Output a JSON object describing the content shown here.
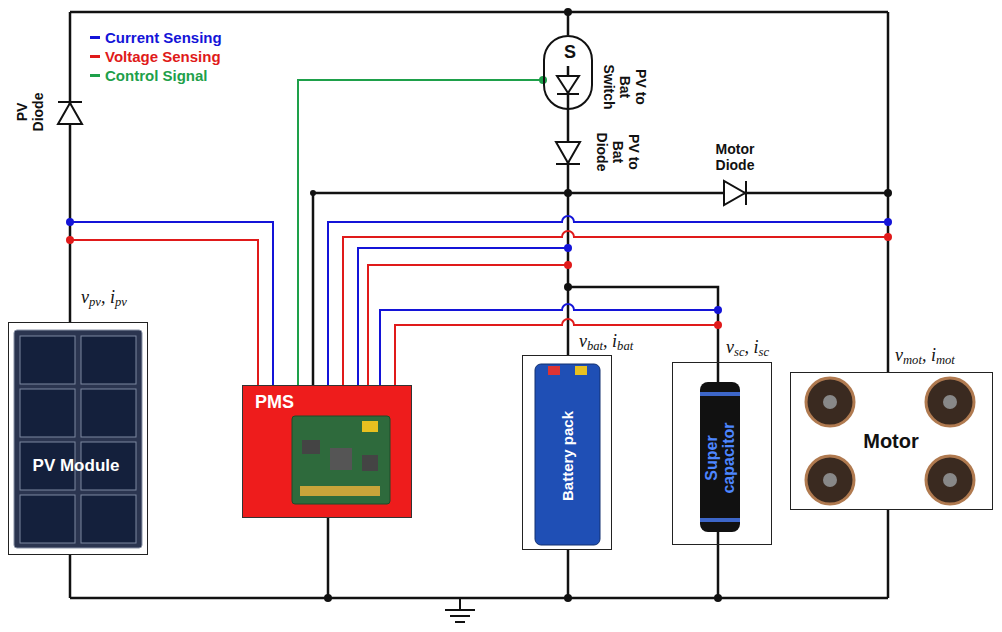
{
  "diagram": {
    "nodes": [
      {
        "text": [
          "S",
          "PV to Bat Switch"
        ]
      },
      {
        "text": [
          "vpv, ipv",
          "PV Module"
        ]
      },
      {
        "text": [
          "PMS"
        ]
      },
      {
        "text": [
          "vbat, ibat",
          "Battery pack"
        ]
      },
      {
        "text": [
          "vsc, isc",
          "Super capacitor"
        ]
      },
      {
        "text": [
          "vmot, imot",
          "Motor"
        ]
      }
    ],
    "edges": [
      {
        "from": 2,
        "to": 0,
        "arrow": "none"
      }
    ],
    "labels": [
      "PV Diode",
      "PV to Bat Diode",
      "Motor Diode"
    ],
    "legend": [
      {
        "text": "Current Sensing",
        "color": "#1414d8"
      },
      {
        "text": "Voltage Sensing",
        "color": "#e01a1a"
      },
      {
        "text": "Control Signal",
        "color": "#1ea04a"
      }
    ]
  }
}
